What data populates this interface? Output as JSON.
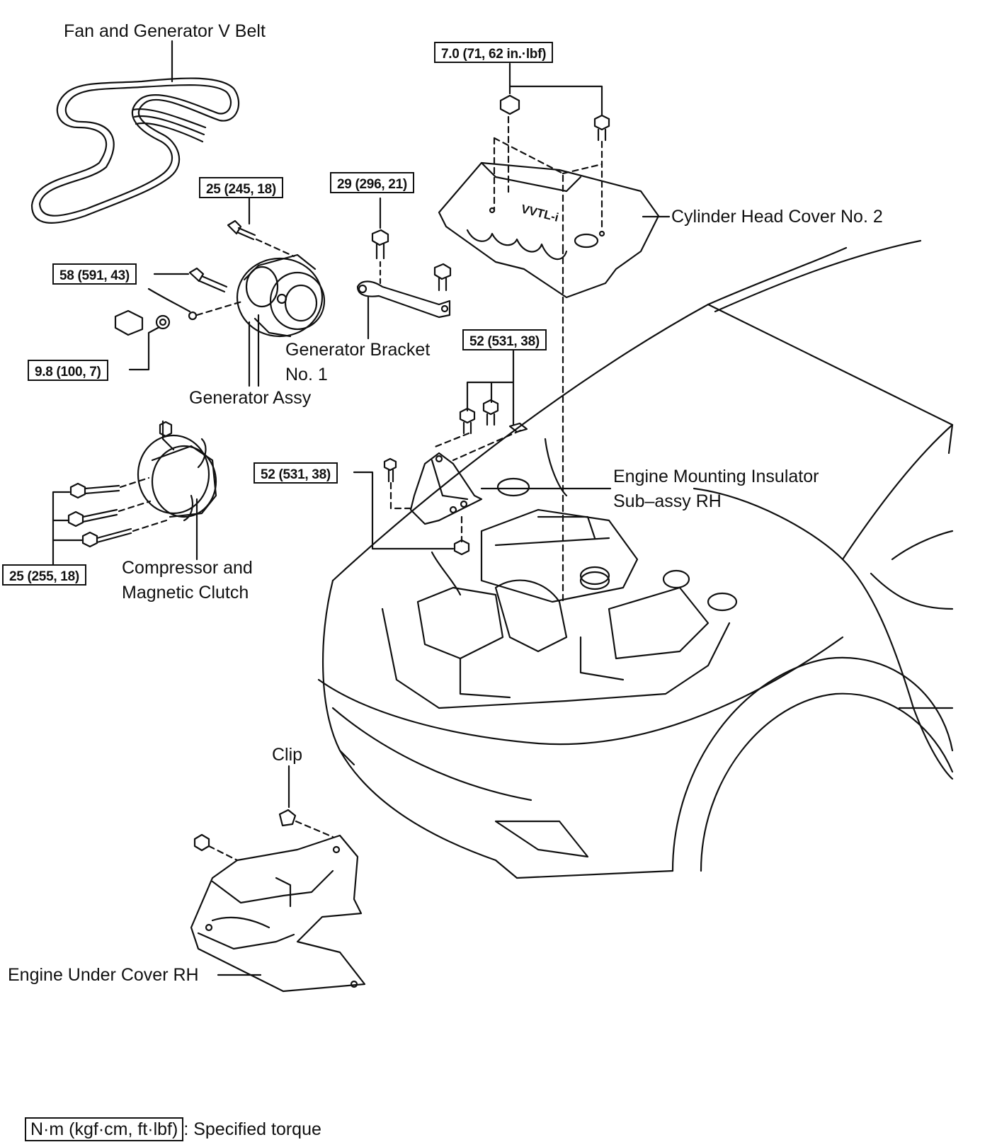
{
  "labels": {
    "belt": "Fan and Generator V Belt",
    "cover2": "Cylinder Head Cover No. 2",
    "bracket_line1": "Generator Bracket",
    "bracket_line2": "No. 1",
    "generator": "Generator Assy",
    "mount_line1": "Engine Mounting Insulator",
    "mount_line2": "Sub–assy RH",
    "compressor_line1": "Compressor and",
    "compressor_line2": "Magnetic Clutch",
    "clip": "Clip",
    "undercover": "Engine Under Cover RH"
  },
  "torques": {
    "cover2": "7.0 (71, 62 in.·lbf)",
    "generator_upper": "25 (245, 18)",
    "bracket": "29 (296, 21)",
    "generator_lower": "58 (591, 43)",
    "terminal_nut": "9.8 (100, 7)",
    "mount_upper": "52 (531, 38)",
    "mount_lower": "52 (531, 38)",
    "compressor": "25 (255, 18)"
  },
  "legend": {
    "unit": "N·m (kgf·cm, ft·lbf)",
    "text": ": Specified torque"
  }
}
